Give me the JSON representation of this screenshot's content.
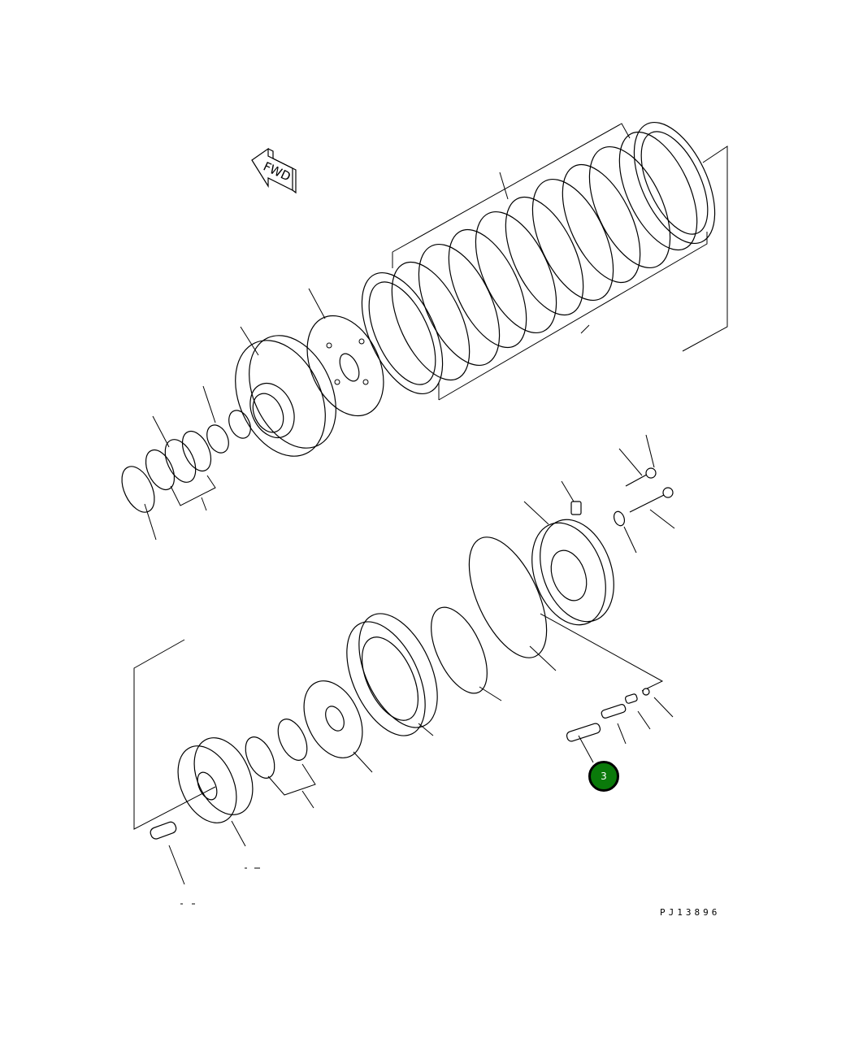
{
  "diagram": {
    "type": "exploded-parts-view",
    "subject": "transmission clutch pack assembly",
    "direction_indicator": {
      "label": "FWD",
      "icon": "arrow-left-icon"
    },
    "callouts": [
      {
        "number": "3",
        "color": "#0a7a0a",
        "border": "#000000"
      }
    ],
    "drawing_id": "PJ13896"
  }
}
